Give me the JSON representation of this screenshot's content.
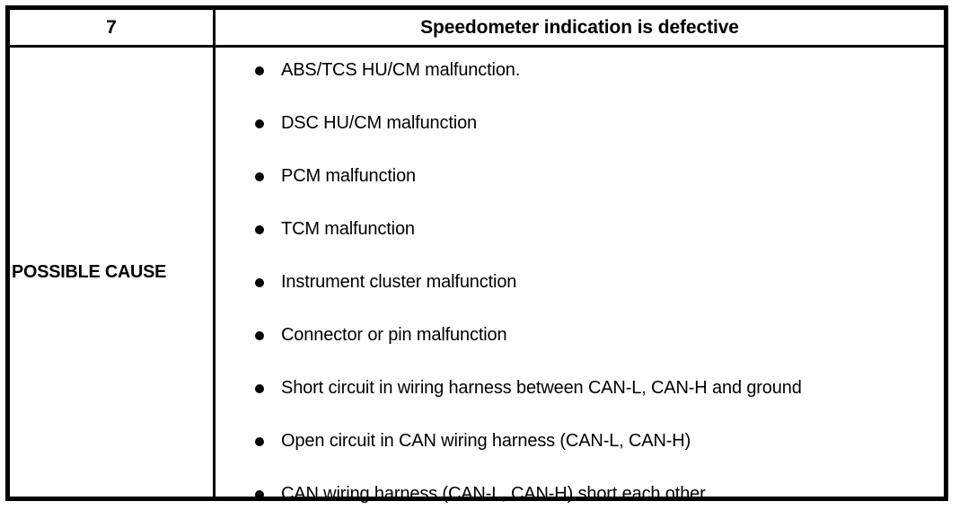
{
  "table": {
    "header": {
      "number": "7",
      "title": "Speedometer indication is defective"
    },
    "row_label": "POSSIBLE CAUSE",
    "causes": [
      "ABS/TCS HU/CM malfunction.",
      "DSC HU/CM malfunction",
      "PCM malfunction",
      "TCM malfunction",
      "Instrument cluster malfunction",
      "Connector or pin malfunction",
      "Short circuit in wiring harness between CAN-L, CAN-H and ground",
      "Open circuit in CAN wiring harness (CAN-L, CAN-H)",
      "CAN wiring harness (CAN-L, CAN-H) short each other"
    ]
  },
  "colors": {
    "border": "#000000",
    "text": "#000000",
    "background": "#ffffff"
  }
}
